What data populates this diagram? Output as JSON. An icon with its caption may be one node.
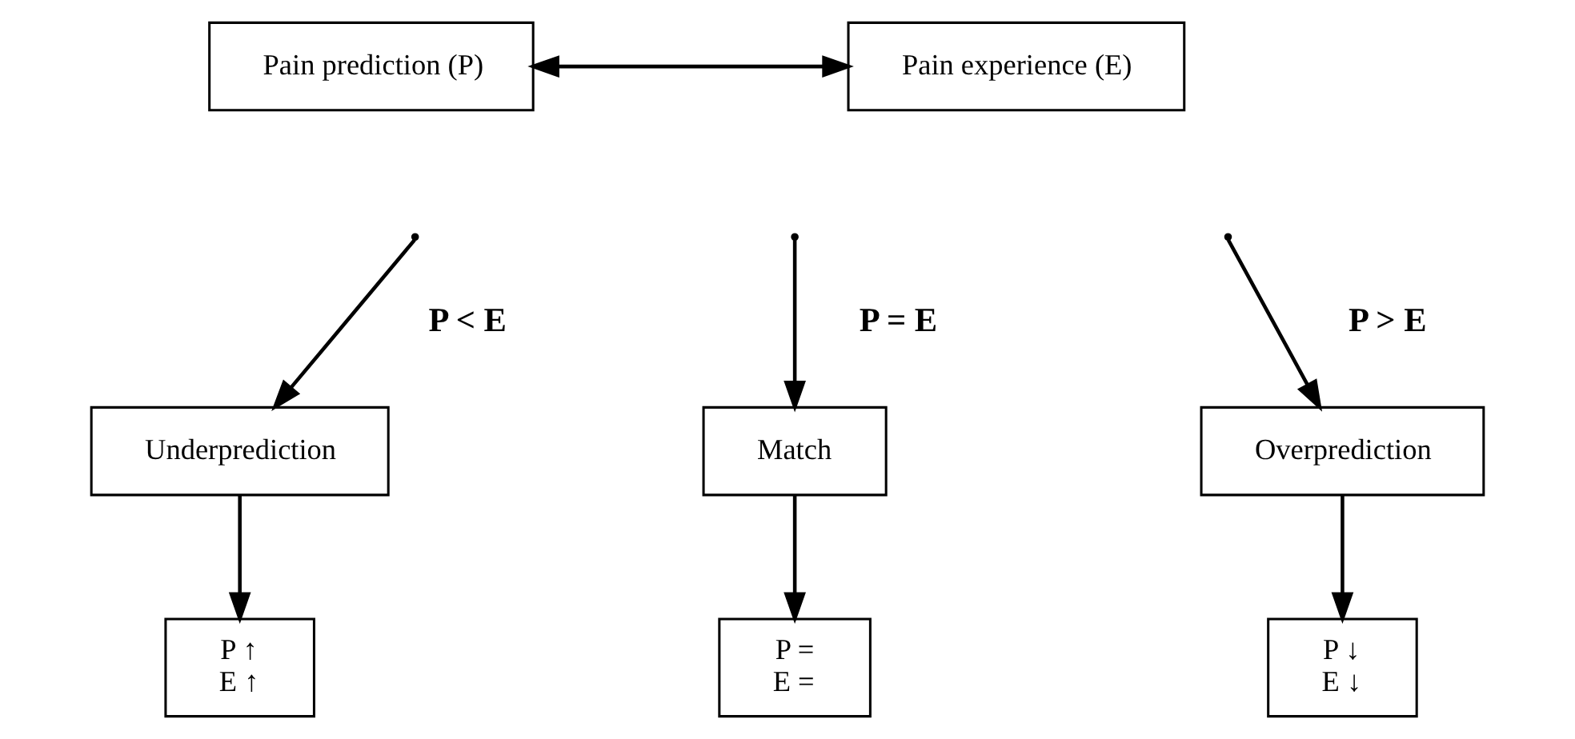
{
  "diagram": {
    "nodes": [
      {
        "text": [
          "Pain prediction (P)"
        ]
      },
      {
        "text": [
          "Pain experience (E)"
        ]
      },
      {
        "text": [
          "Underprediction"
        ]
      },
      {
        "text": [
          "Match"
        ]
      },
      {
        "text": [
          "Overprediction"
        ]
      },
      {
        "text": [
          "P ↑",
          "E ↑"
        ]
      },
      {
        "text": [
          "P =",
          "E ="
        ]
      },
      {
        "text": [
          "P ↓",
          "E ↓"
        ]
      }
    ],
    "edges": [
      {
        "from": 0,
        "to": 1,
        "arrow": "both"
      },
      {
        "from": null,
        "to": 2,
        "arrow": "to",
        "label": "P < E"
      },
      {
        "from": null,
        "to": 3,
        "arrow": "to",
        "label": "P = E"
      },
      {
        "from": null,
        "to": 4,
        "arrow": "to",
        "label": "P > E"
      },
      {
        "from": 2,
        "to": 5,
        "arrow": "to"
      },
      {
        "from": 3,
        "to": 6,
        "arrow": "to"
      },
      {
        "from": 4,
        "to": 7,
        "arrow": "to"
      }
    ]
  }
}
